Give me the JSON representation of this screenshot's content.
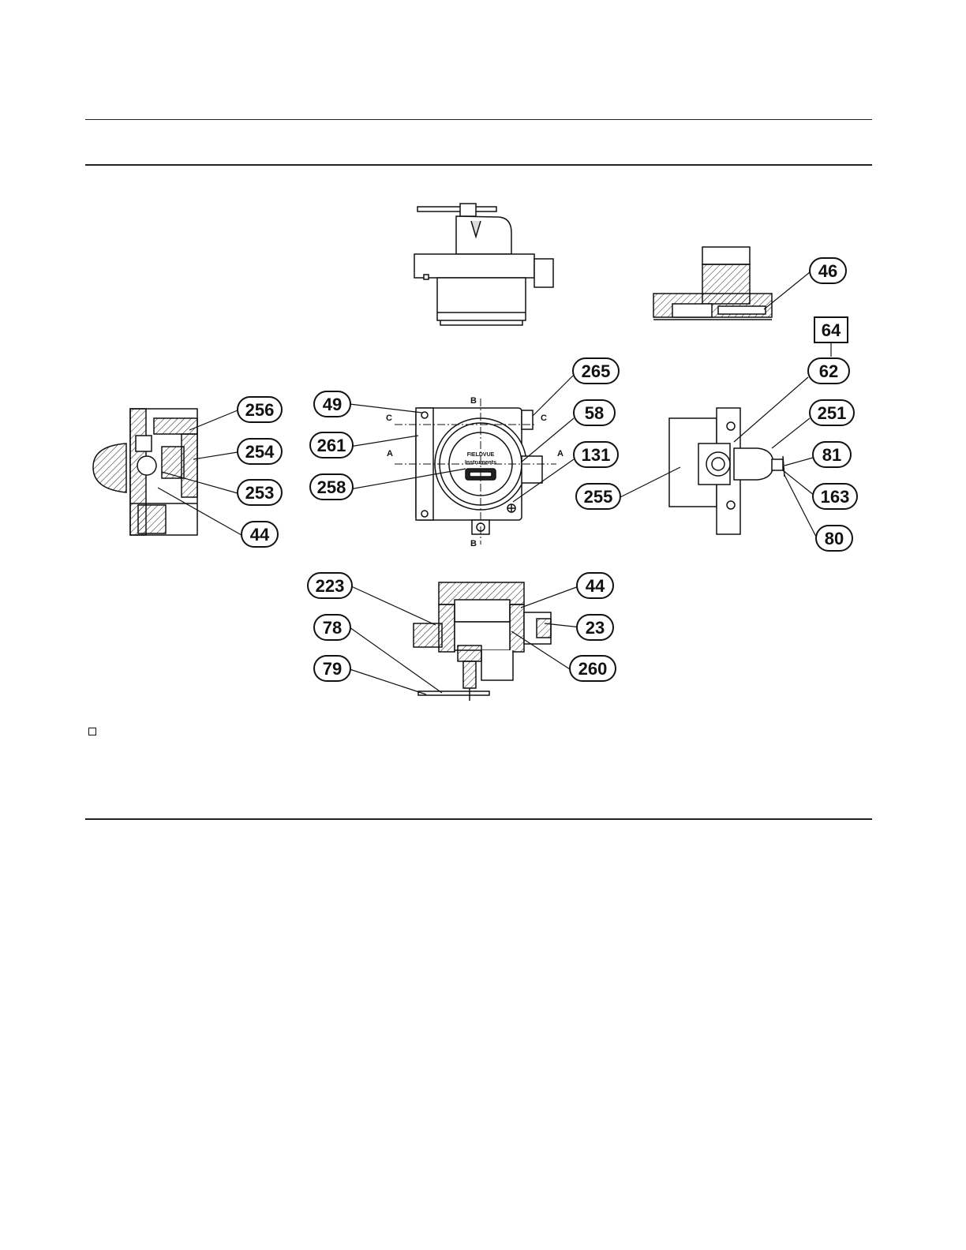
{
  "callouts": {
    "c46": "46",
    "c64": "64",
    "c62": "62",
    "c265": "265",
    "c49": "49",
    "c58": "58",
    "c256": "256",
    "c261": "261",
    "c251": "251",
    "c254": "254",
    "c131": "131",
    "c81": "81",
    "c253": "253",
    "c258": "258",
    "c255": "255",
    "c163": "163",
    "c44a": "44",
    "c80": "80",
    "c223": "223",
    "c44b": "44",
    "c78": "78",
    "c23": "23",
    "c79": "79",
    "c260": "260"
  },
  "section_marks": {
    "b_top": "B",
    "b_bottom": "B",
    "c_left": "C",
    "c_right": "C",
    "a_left": "A",
    "a_right": "A"
  },
  "nameplate": {
    "brand": "FIELDVUE",
    "sub": "Instruments"
  }
}
